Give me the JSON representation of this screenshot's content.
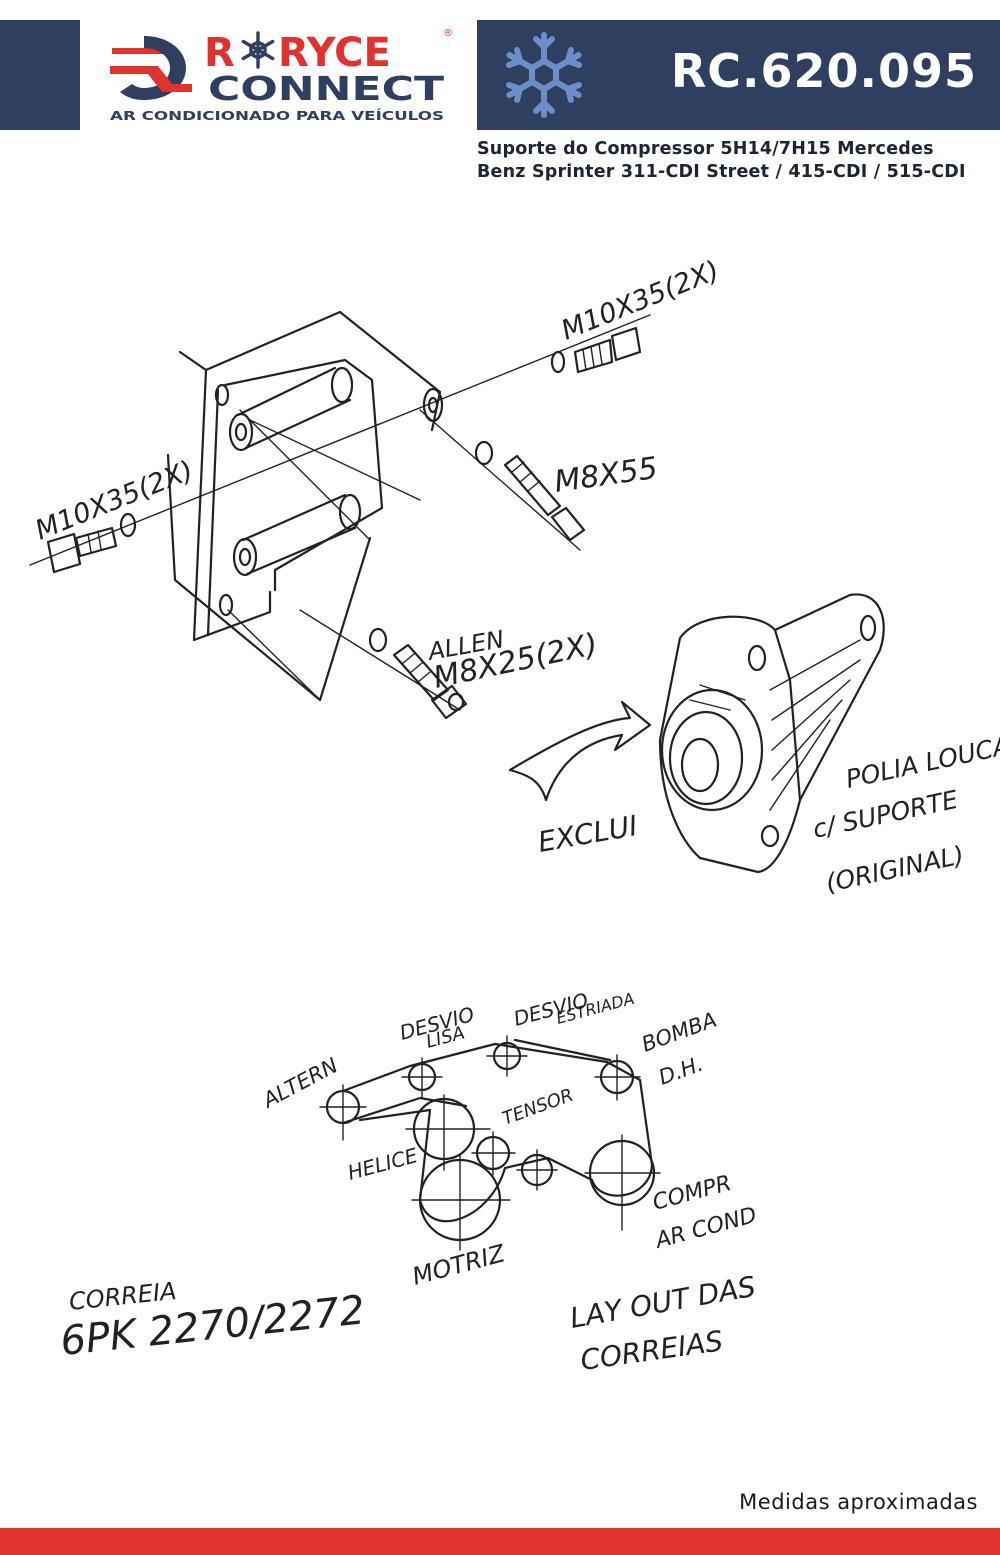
{
  "brand": {
    "name_line1": "RYCE",
    "name_line2": "CONNECT",
    "tagline": "AR CONDICIONADO PARA VEÍCULOS",
    "registered": "®",
    "colors": {
      "navy": "#2e3f5f",
      "red": "#e0322f",
      "white": "#ffffff"
    }
  },
  "product": {
    "code": "RC.620.095",
    "description_line1": "Suporte do Compressor 5H14/7H15 Mercedes",
    "description_line2": "Benz Sprinter 311-CDI Street / 415-CDI / 515-CDI"
  },
  "labels": {
    "bolt_top": "M10X35(2X)",
    "bolt_left": "M10X35(2X)",
    "bolt_m8x55": "M8X55",
    "bolt_allen_1": "ALLEN",
    "bolt_allen_2": "M8X25(2X)",
    "exclui": "EXCLUI",
    "polia_1": "POLIA LOUCA",
    "polia_2": "c/ SUPORTE",
    "polia_3": "(ORIGINAL)",
    "altern": "ALTERN",
    "desvio_lisa_1": "DESVIO",
    "desvio_lisa_2": "LISA",
    "desvio_estriada_1": "DESVIO",
    "desvio_estriada_2": "ESTRIADA",
    "bomba_1": "BOMBA",
    "bomba_2": "D.H.",
    "tensor": "TENSOR",
    "helice": "HELICE",
    "motriz": "MOTRIZ",
    "compr_1": "COMPR",
    "compr_2": "AR COND",
    "correia_1": "CORREIA",
    "correia_2": "6PK 2270/2272",
    "layout_1": "LAY OUT DAS",
    "layout_2": "CORREIAS"
  },
  "footer": {
    "note": "Medidas aproximadas"
  },
  "icons": [
    "snowflake-icon",
    "royce-logo-q-icon"
  ]
}
